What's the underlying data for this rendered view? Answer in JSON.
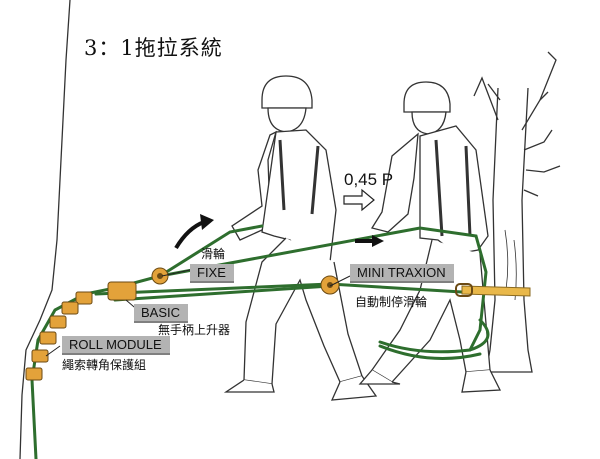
{
  "title": "3：1拖拉系統",
  "force_label": "0,45 P",
  "labels": {
    "fixe_cn": "滑輪",
    "fixe": "FIXE",
    "mini_traxion": "MINI TRAXION",
    "mini_traxion_cn": "自動制停滑輪",
    "basic": "BASIC",
    "basic_cn": "無手柄上升器",
    "roll_module": "ROLL MODULE",
    "roll_module_cn": "繩索轉角保護組"
  },
  "colors": {
    "rope": "#2e6e2e",
    "device": "#e3a23a",
    "tag_bg": "#b3b3b3",
    "line": "#222222"
  },
  "icons": [
    "tension-arrow-icon",
    "pull-direction-arrow-icon",
    "force-arrow-icon"
  ]
}
